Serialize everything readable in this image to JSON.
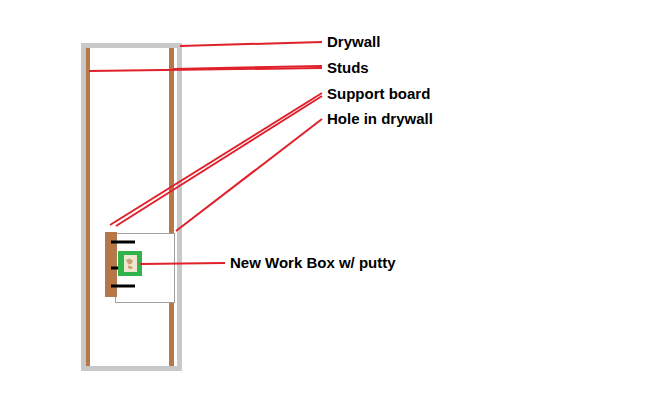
{
  "diagram": {
    "labels": [
      "Drywall",
      "Studs",
      "Support board",
      "Hole in drywall",
      "New Work Box w/ putty"
    ]
  }
}
